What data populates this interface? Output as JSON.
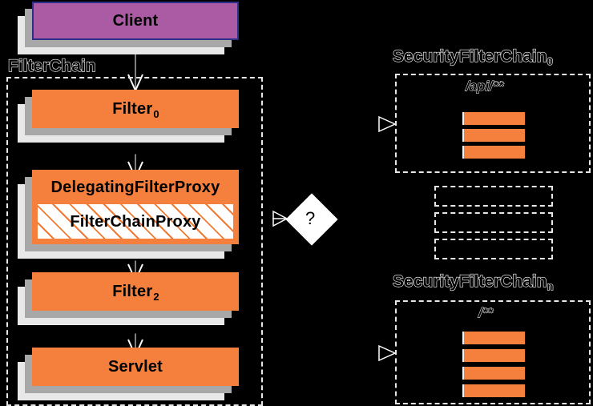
{
  "diagram": {
    "title": "Spring Security FilterChainProxy delegation diagram",
    "colors": {
      "orange": "#f57f3c",
      "purple": "#ab5aa4",
      "purple_border": "#2b2f87",
      "background": "#000000",
      "dashed_border": "#e6e6e6",
      "shadow_dark": "#a8a8a8",
      "shadow_light": "#e8e8e8"
    }
  },
  "left_column": {
    "group_label": "FilterChain",
    "nodes": [
      {
        "id": "client",
        "label": "Client",
        "subscript": "",
        "kind": "purple"
      },
      {
        "id": "filter0",
        "label": "Filter",
        "subscript": "0",
        "kind": "orange"
      },
      {
        "id": "proxy",
        "label": "DelegatingFilterProxy",
        "subscript": "",
        "kind": "orange-compound",
        "inner_label": "FilterChainProxy"
      },
      {
        "id": "filter2",
        "label": "Filter",
        "subscript": "2",
        "kind": "orange"
      },
      {
        "id": "servlet",
        "label": "Servlet",
        "subscript": "",
        "kind": "orange"
      }
    ]
  },
  "decision": {
    "label": "?"
  },
  "right_column": {
    "chains": [
      {
        "id": "sfc0",
        "title": "SecurityFilterChain",
        "subscript": "0",
        "pattern": "/api/**",
        "filter_count": 3
      },
      {
        "id": "sfc_ellipsis",
        "title": "",
        "subscript": "",
        "pattern": "",
        "filter_count": 0,
        "placeholder_rows": 3
      },
      {
        "id": "sfcn",
        "title": "SecurityFilterChain",
        "subscript": "n",
        "pattern": "/**",
        "filter_count": 4
      }
    ]
  }
}
